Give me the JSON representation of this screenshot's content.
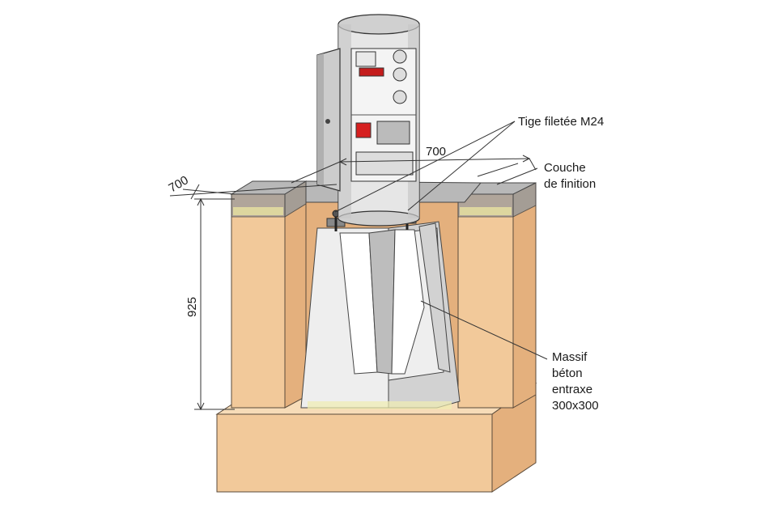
{
  "labels": {
    "rod": "Tige filetée M24",
    "finish_line1": "Couche",
    "finish_line2": "de finition",
    "massif_line1": "Massif",
    "massif_line2": "béton",
    "massif_line3": "entraxe",
    "massif_line4": "300x300"
  },
  "dimensions": {
    "width_front": "700",
    "width_depth": "700",
    "height": "925"
  },
  "colors": {
    "soil": "#f2c99a",
    "concrete": "#eeeeee",
    "finish_layer": "#9a9a9a",
    "terminal_body": "#e6e6e6",
    "switch_red": "#d62020"
  },
  "icons": [
    "electrical-terminal-bollard",
    "concrete-base",
    "threaded-rod",
    "soil-block"
  ]
}
